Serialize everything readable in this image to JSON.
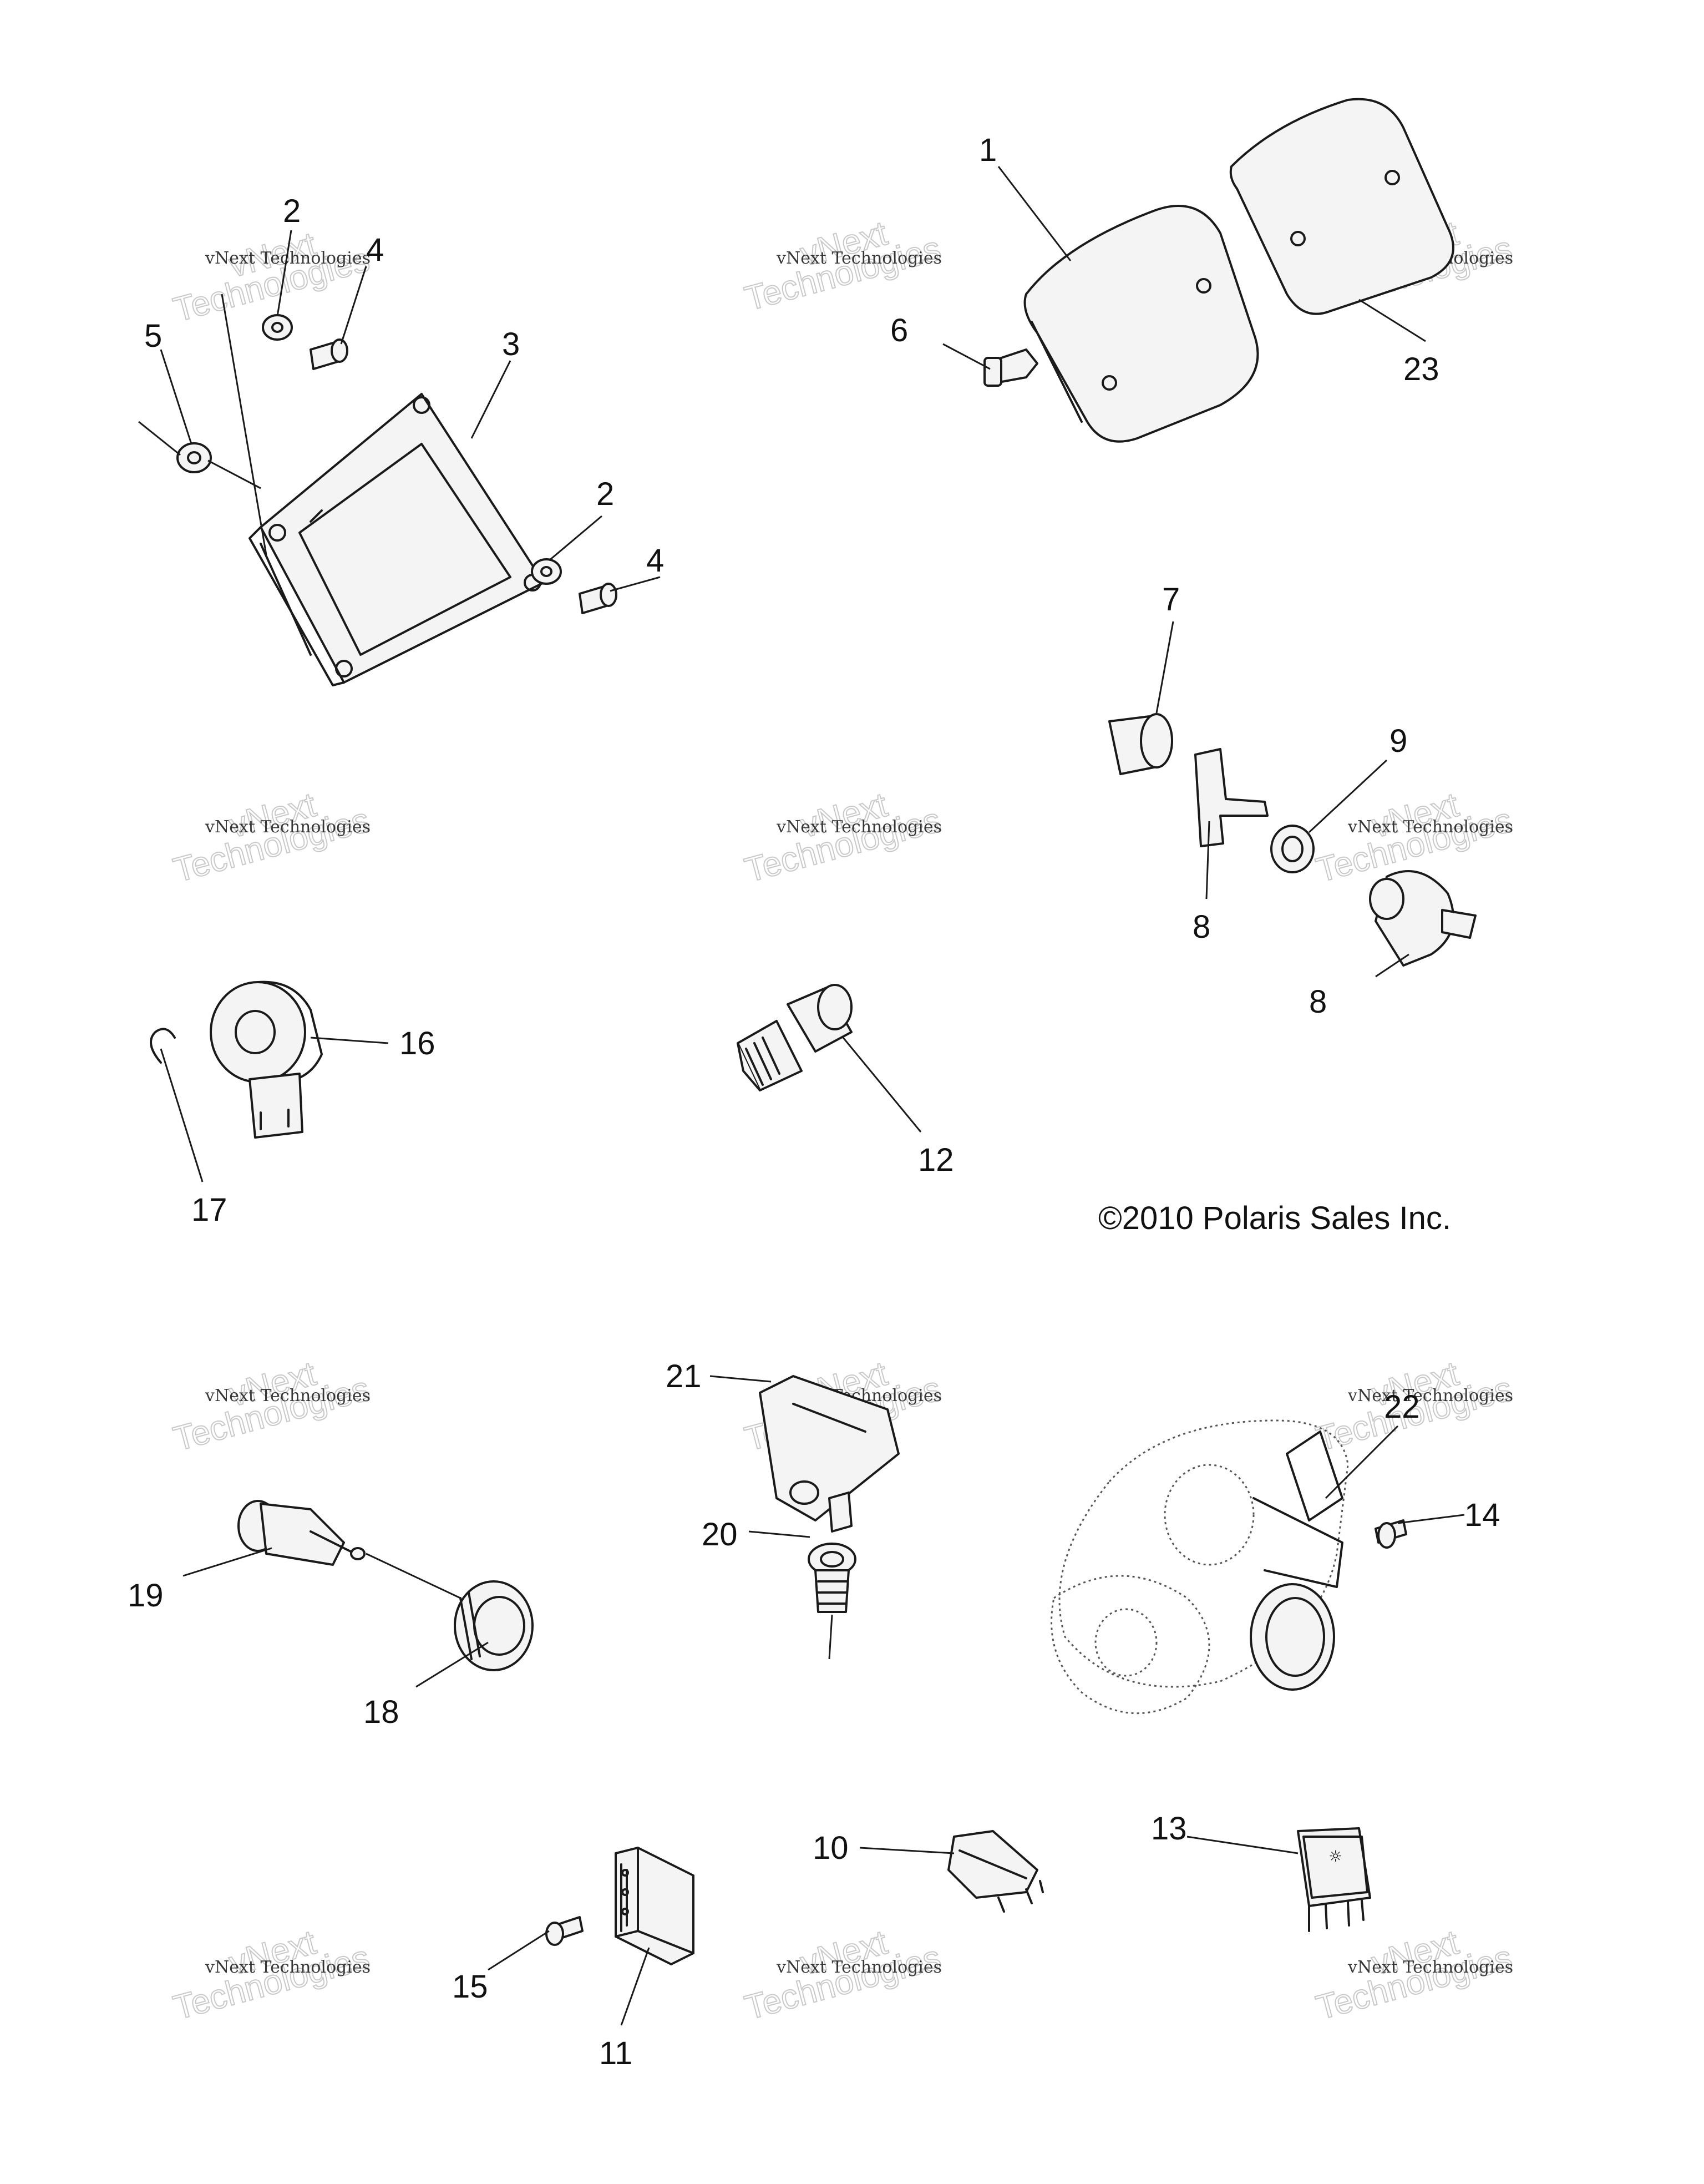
{
  "callouts": {
    "c1": "1",
    "c2a": "2",
    "c2b": "2",
    "c3": "3",
    "c4a": "4",
    "c4b": "4",
    "c5": "5",
    "c6": "6",
    "c7": "7",
    "c8a": "8",
    "c8b": "8",
    "c9": "9",
    "c10": "10",
    "c11": "11",
    "c12": "12",
    "c13": "13",
    "c14": "14",
    "c15": "15",
    "c16": "16",
    "c17": "17",
    "c18": "18",
    "c19": "19",
    "c20": "20",
    "c21": "21",
    "c22": "22",
    "c23": "23"
  },
  "copyright": "©2010 Polaris Sales Inc.",
  "watermark": {
    "line1": "vNext Technologies",
    "line2a": "vNext",
    "line2b": "Technologies"
  }
}
